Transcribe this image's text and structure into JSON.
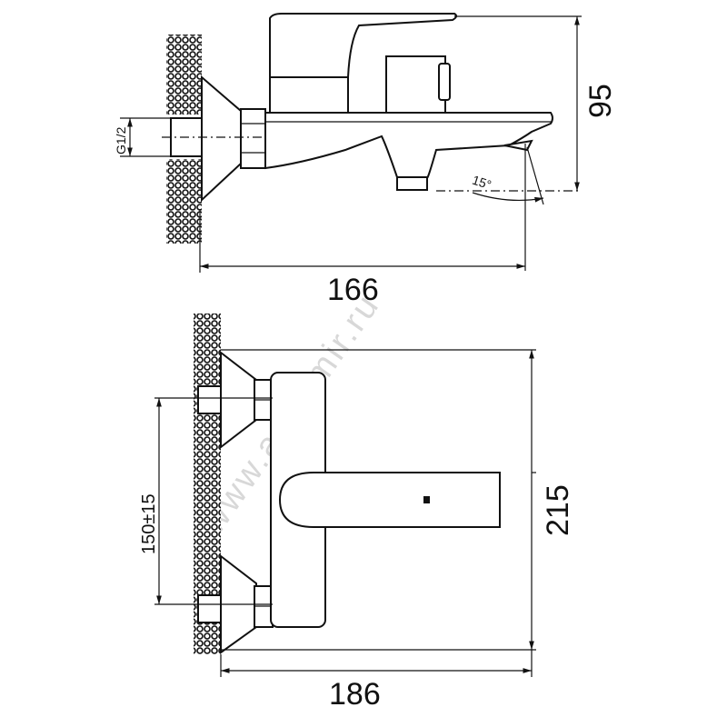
{
  "side_view": {
    "thread_label": "G1/2",
    "angle_label": "15°",
    "height_dim": "95",
    "length_dim": "166"
  },
  "top_view": {
    "spacing_dim": "150±15",
    "depth_dim": "215",
    "width_dim": "186"
  },
  "watermark": "www.aquamir.ru",
  "colors": {
    "line": "#111111",
    "background": "#ffffff",
    "watermark": "#d8d8d8"
  }
}
